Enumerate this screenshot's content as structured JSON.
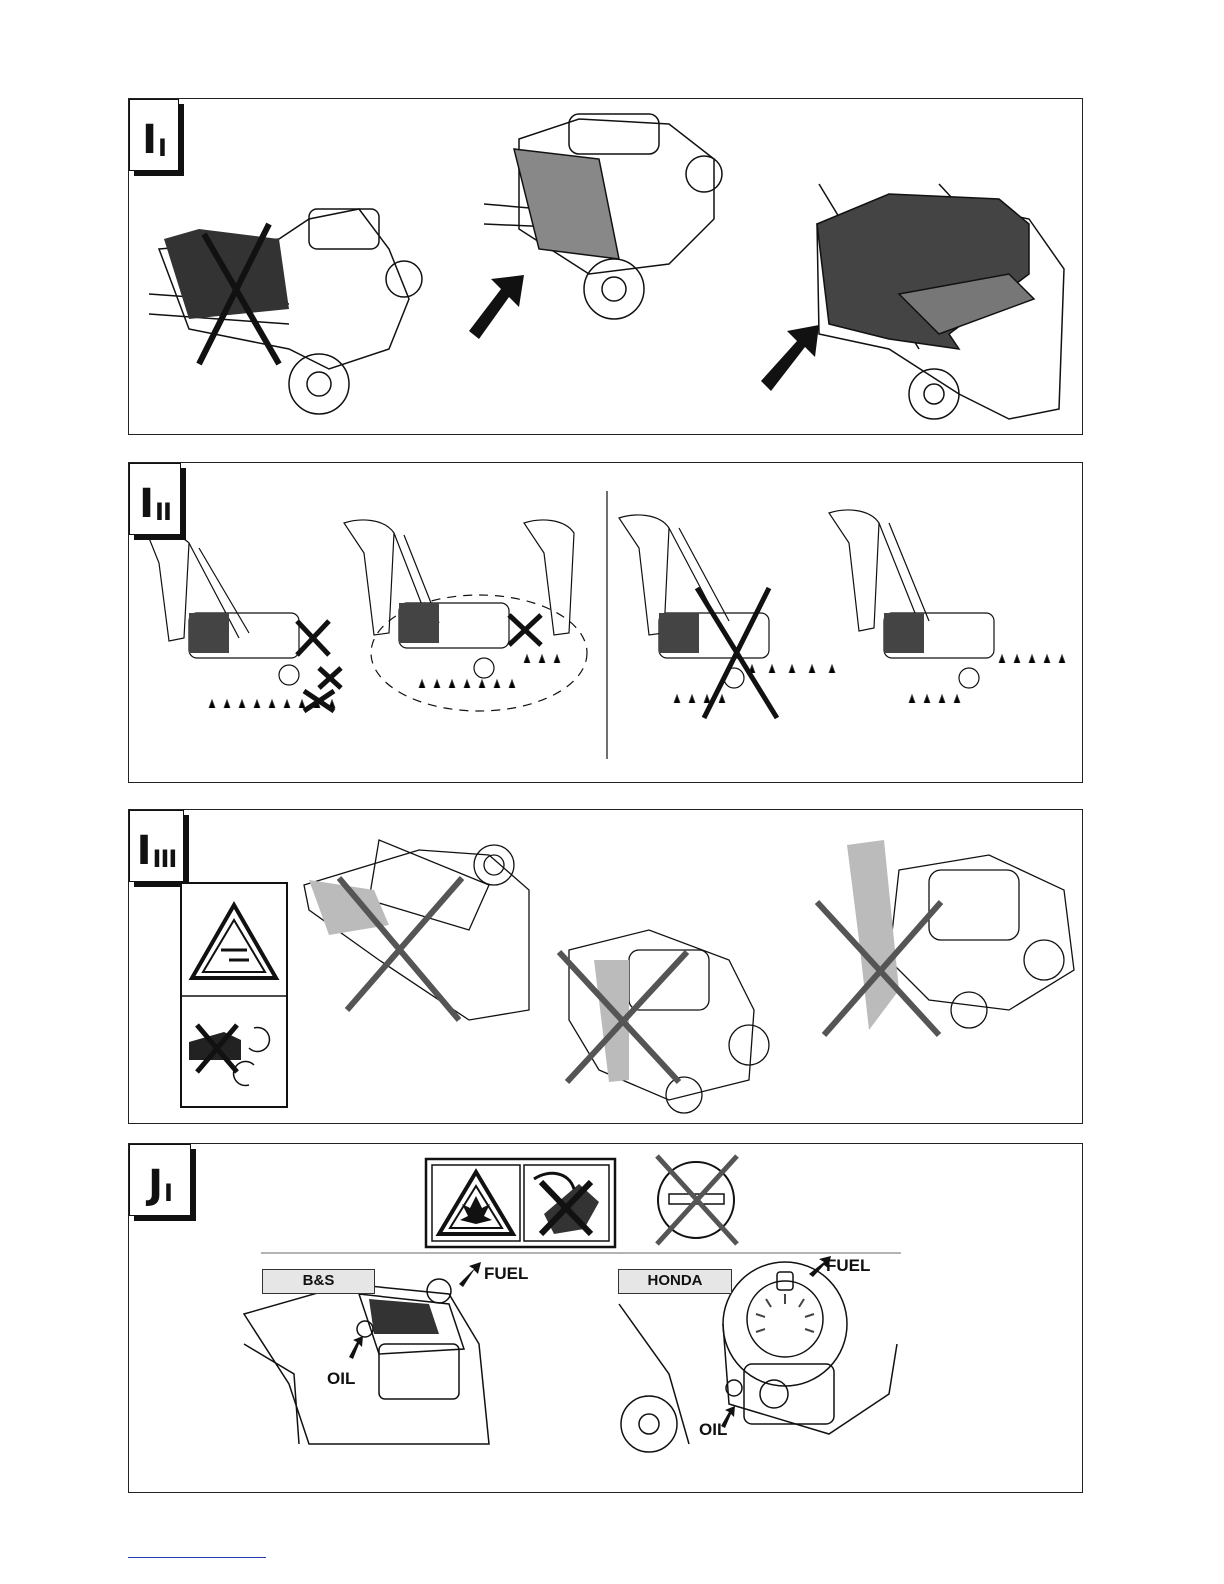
{
  "panels": {
    "i1": {
      "tab_letter": "I",
      "tab_index": "I"
    },
    "i2": {
      "tab_letter": "I",
      "tab_index": "II"
    },
    "i3": {
      "tab_letter": "I",
      "tab_index": "III"
    },
    "j1": {
      "tab_letter": "J",
      "tab_index": "I",
      "bs": {
        "name": "B&S",
        "fuel": "FUEL",
        "oil": "OIL"
      },
      "honda": {
        "name": "HONDA",
        "fuel": "FUEL",
        "oil": "OIL"
      }
    }
  },
  "icons": [
    "prohibited-cross-icon",
    "arrow-icon",
    "warning-triangle-icon",
    "no-hands-icon",
    "fire-hazard-icon",
    "no-smoking-icon",
    "no-fuel-can-icon"
  ],
  "colors": {
    "line": "#111111",
    "cross": "#555555",
    "label_bg": "#e6e6e6",
    "footer_line": "#2a3fb0"
  }
}
